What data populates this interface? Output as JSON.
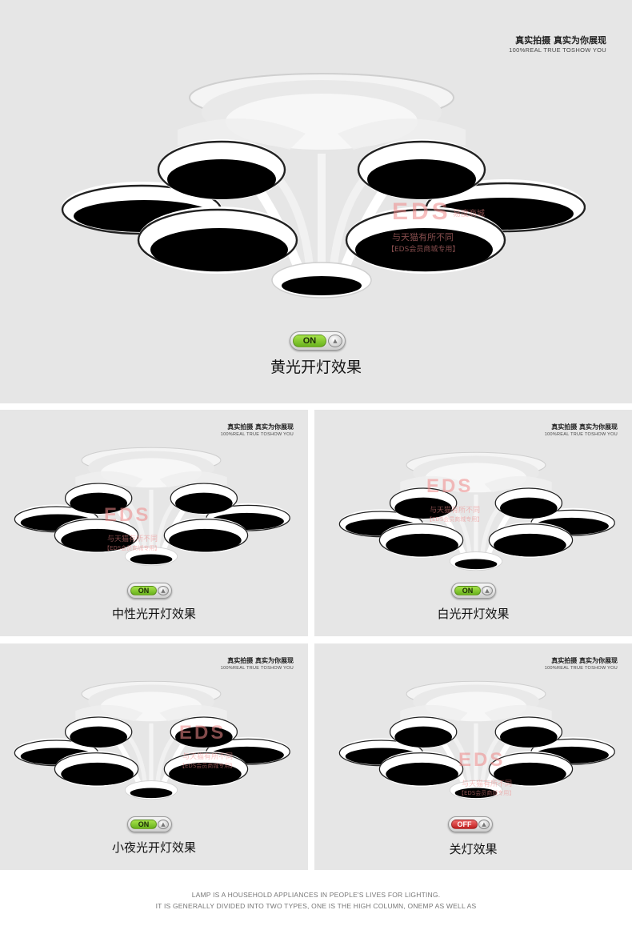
{
  "watermark": {
    "cn": "真实拍摄 真实为你展现",
    "en": "100%REAL TRUE TOSHOW YOU"
  },
  "stamp": {
    "logo": "EDS",
    "brand_sub": "易度商城",
    "line1": "与天猫有所不同",
    "line2": "【EDS会员商城专用】"
  },
  "panels": {
    "main": {
      "switch": "ON",
      "caption": "黄光开灯效果",
      "glow": "#fff4d6"
    },
    "neutral": {
      "switch": "ON",
      "caption": "中性光开灯效果",
      "glow": "#fbf3dc"
    },
    "white": {
      "switch": "ON",
      "caption": "白光开灯效果",
      "glow": "#ffffff"
    },
    "night": {
      "switch": "ON",
      "caption": "小夜光开灯效果",
      "glow": "#f4eddc"
    },
    "off": {
      "switch": "OFF",
      "caption": "关灯效果",
      "glow": "#e2e4ea"
    }
  },
  "colors": {
    "switch_on": "#7cc22a",
    "switch_off": "#d43030",
    "panel_bg": "#e6e6e6"
  },
  "footer": {
    "line1": "LAMP IS A HOUSEHOLD APPLIANCES IN PEOPLE'S LIVES FOR LIGHTING.",
    "line2": "IT IS GENERALLY DIVIDED INTO TWO TYPES, ONE IS THE HIGH COLUMN, ONEMP AS WELL AS"
  }
}
